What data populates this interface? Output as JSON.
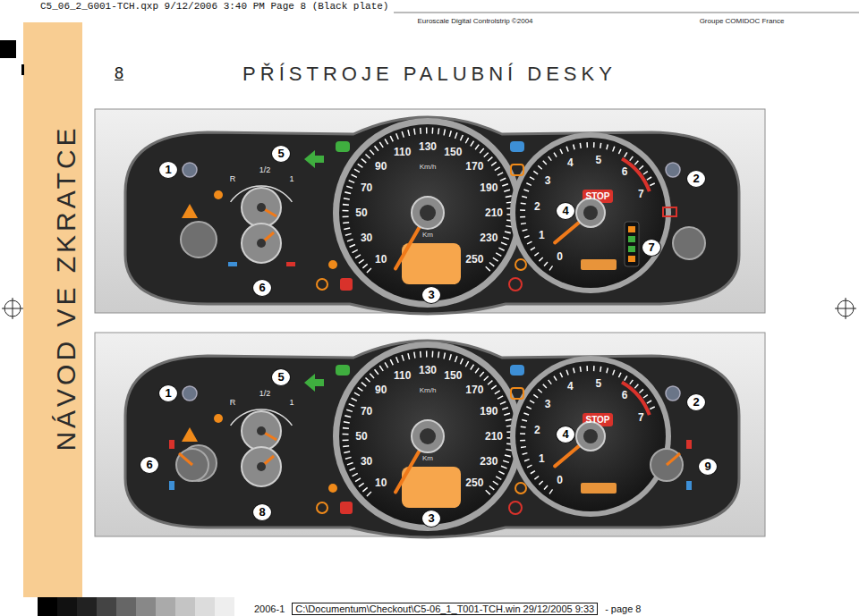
{
  "diagram": {
    "title": "PŘÍSTROJE PALUBNÍ DESKY",
    "labels": [
      "C5_06_2_G001-TCH.qxp 9/12/2006 3:40 PM Page 8 (Black plate)",
      "Euroscale Digital Controlstrip ©2004",
      "Groupe COMIDOC France",
      "8",
      "NÁVOD VE ZKRATCE",
      "1",
      "5",
      "2",
      "4",
      "7",
      "6",
      "3",
      "1",
      "5",
      "2",
      "4",
      "6",
      "9",
      "8",
      "3",
      "10",
      "30",
      "50",
      "70",
      "90",
      "110",
      "130",
      "150",
      "170",
      "190",
      "210",
      "230",
      "250",
      "Km/h",
      "Km",
      "0",
      "1",
      "2",
      "3",
      "4",
      "5",
      "6",
      "7",
      "STOP",
      "R",
      "1/2",
      "1",
      "10",
      "30",
      "50",
      "70",
      "90",
      "110",
      "130",
      "150",
      "170",
      "190",
      "210",
      "230",
      "250",
      "Km/h",
      "Km",
      "0",
      "1",
      "2",
      "3",
      "4",
      "5",
      "6",
      "7",
      "STOP",
      "R",
      "1/2",
      "1",
      "2006-1",
      "C:\\Documentum\\Checkout\\C5-06_1_T001-TCH.win 29/12/2005 9:33",
      "- page 8"
    ]
  }
}
